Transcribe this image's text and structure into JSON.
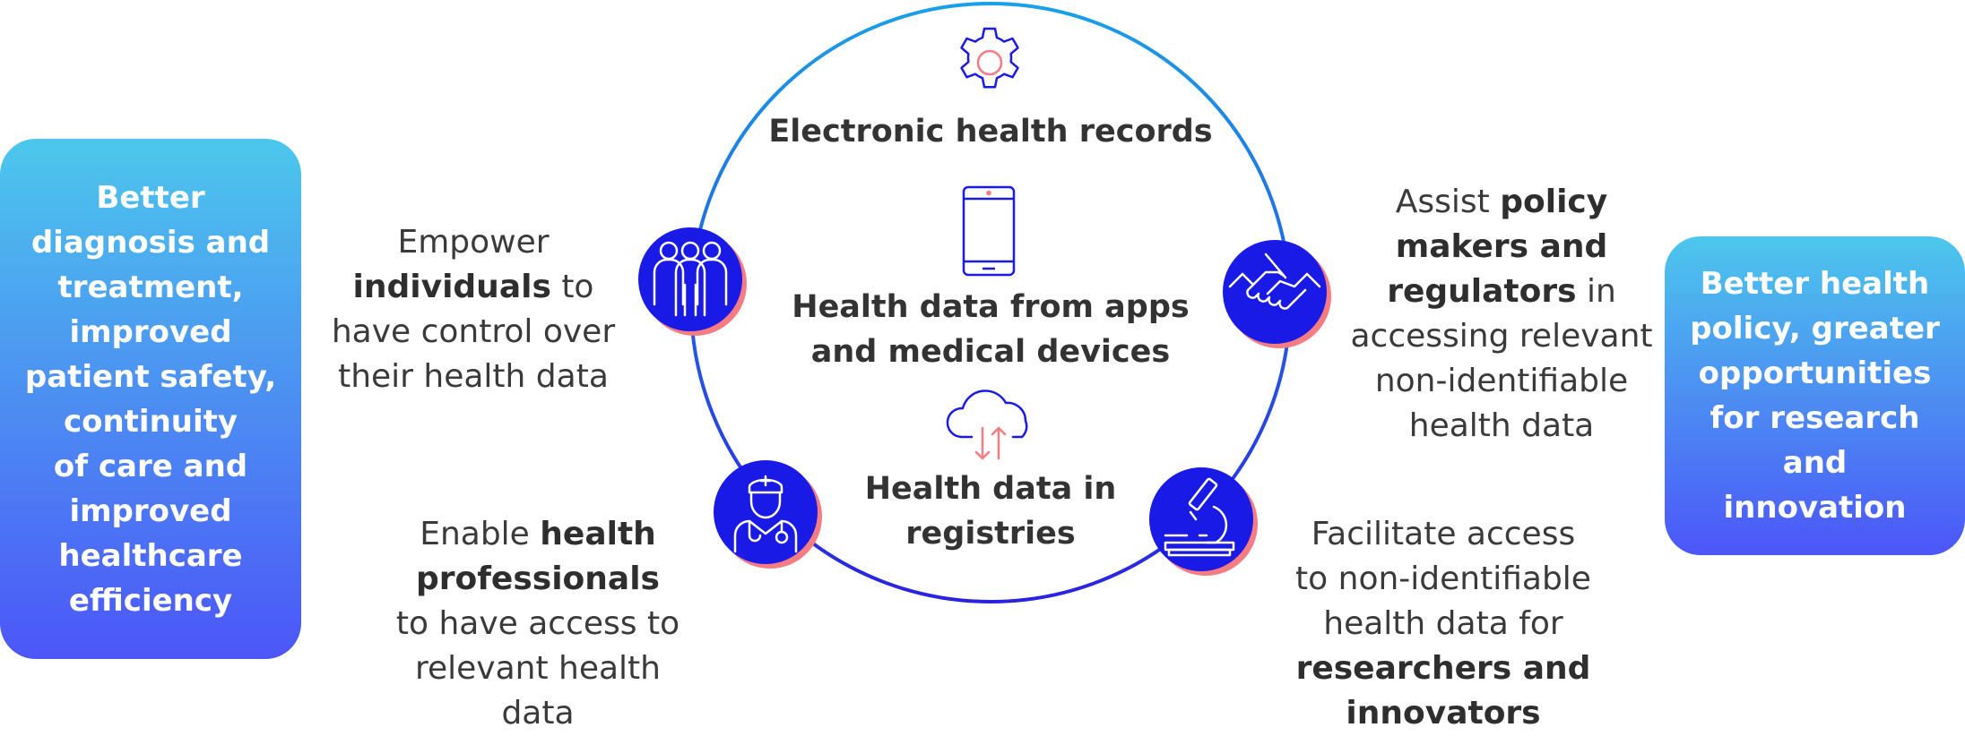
{
  "left_outcome": "Better\ndiagnosis and\ntreatment,\nimproved\npatient safety,\ncontinuity\nof care and\nimproved\nhealthcare\nefficiency",
  "right_outcome": "Better health\npolicy, greater\nopportunities\nfor research\nand\ninnovation",
  "center": {
    "records": "Electronic health records",
    "apps": "Health data from apps\nand medical devices",
    "registries": "Health data in\nregistries"
  },
  "individuals": {
    "pre": "Empower\n",
    "bold": "individuals",
    "post": " to\nhave control over\ntheir health data"
  },
  "professionals": {
    "pre": "Enable ",
    "bold": "health\nprofessionals",
    "post": "\nto have access to\nrelevant health\ndata"
  },
  "policy": {
    "pre": "Assist ",
    "bold": "policy\nmakers and\nregulators",
    "post": " in\naccessing relevant\nnon-identifiable\nhealth data"
  },
  "research": {
    "pre": "Facilitate access\nto non-identifiable\nhealth data for\n",
    "bold": "researchers and\ninnovators",
    "post": ""
  },
  "colors": {
    "accent_blue": "#1a1ae6",
    "ring_top": "#1aa0e8",
    "ring_bottom": "#2a22e0",
    "shadow_pink": "#f47c82",
    "gradient_top": "#4cc7ec",
    "gradient_bottom": "#4c56f8"
  },
  "icons": [
    "gear-icon",
    "smartphone-icon",
    "cloud-sync-icon",
    "people-icon",
    "handshake-icon",
    "doctor-icon",
    "microscope-icon"
  ]
}
